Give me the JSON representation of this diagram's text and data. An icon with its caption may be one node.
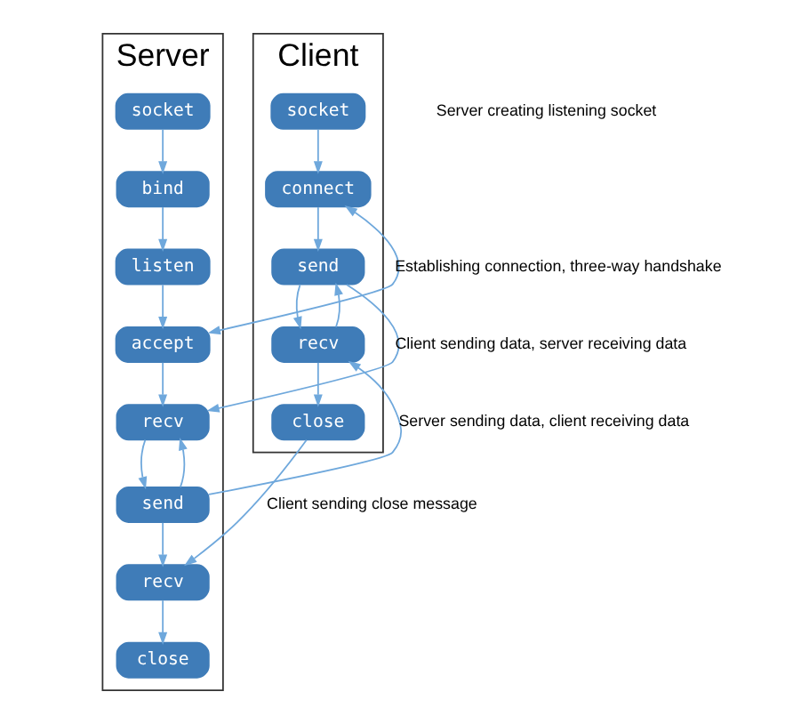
{
  "diagram": {
    "nodes": [
      {
        "text": [
          "Server"
        ]
      },
      {
        "text": [
          "socket"
        ],
        "in": 0
      },
      {
        "text": [
          "bind"
        ],
        "in": 0
      },
      {
        "text": [
          "listen"
        ],
        "in": 0
      },
      {
        "text": [
          "accept"
        ],
        "in": 0
      },
      {
        "text": [
          "recv"
        ],
        "in": 0
      },
      {
        "text": [
          "send"
        ],
        "in": 0
      },
      {
        "text": [
          "recv"
        ],
        "in": 0
      },
      {
        "text": [
          "close"
        ],
        "in": 0
      },
      {
        "text": [
          "Client"
        ]
      },
      {
        "text": [
          "socket"
        ],
        "in": 9
      },
      {
        "text": [
          "connect"
        ],
        "in": 9
      },
      {
        "text": [
          "send"
        ],
        "in": 9
      },
      {
        "text": [
          "recv"
        ],
        "in": 9
      },
      {
        "text": [
          "close"
        ],
        "in": 9
      }
    ],
    "edges": [
      {
        "from": 1,
        "to": 2,
        "arrow": "to"
      },
      {
        "from": 2,
        "to": 3,
        "arrow": "to"
      },
      {
        "from": 3,
        "to": 4,
        "arrow": "to"
      },
      {
        "from": 4,
        "to": 5,
        "arrow": "to"
      },
      {
        "from": 5,
        "to": 6,
        "arrow": "to"
      },
      {
        "from": 6,
        "to": 5,
        "arrow": "to"
      },
      {
        "from": 6,
        "to": 7,
        "arrow": "to"
      },
      {
        "from": 7,
        "to": 8,
        "arrow": "to"
      },
      {
        "from": 10,
        "to": 11,
        "arrow": "to"
      },
      {
        "from": 11,
        "to": 12,
        "arrow": "to"
      },
      {
        "from": 12,
        "to": 13,
        "arrow": "to"
      },
      {
        "from": 13,
        "to": 12,
        "arrow": "to"
      },
      {
        "from": 13,
        "to": 14,
        "arrow": "to"
      },
      {
        "from": 4,
        "to": 11,
        "arrow": "both",
        "label": "Establishing connection, three-way handshake"
      },
      {
        "from": 12,
        "to": 5,
        "arrow": "to",
        "label": "Client sending data, server receiving data"
      },
      {
        "from": 6,
        "to": 13,
        "arrow": "to",
        "label": "Server sending data, client receiving data"
      },
      {
        "from": 14,
        "to": 7,
        "arrow": "to",
        "label": "Client sending close message"
      }
    ],
    "labels": [
      "Server creating listening socket"
    ]
  }
}
